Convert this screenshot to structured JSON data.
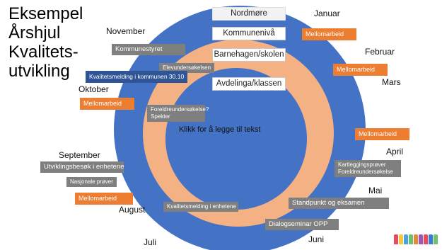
{
  "title": {
    "line1": "Eksempel",
    "line2": "Årshjul",
    "line3": "Kvalitets-",
    "line4": "utvikling"
  },
  "months": {
    "jan": "Januar",
    "feb": "Februar",
    "mar": "Mars",
    "apr": "April",
    "mai": "Mai",
    "jun": "Juni",
    "jul": "Juli",
    "aug": "August",
    "sep": "September",
    "okt": "Oktober",
    "nov": "November"
  },
  "levels": {
    "nordmore": "Nordmøre",
    "kommune": "Kommunenivå",
    "barnehage": "Barnehagen/skolen",
    "avdeling": "Avdelinga/klassen"
  },
  "center_placeholder": "Klikk for å legge til tekst",
  "events": {
    "kommunestyret": "Kommunestyret",
    "elevundersokelsen": "Elevundersøkelsen",
    "kvalitetsmelding_kommunen": "Kvalitetsmelding i kommunen 30.10",
    "foreldre_line1": "Foreldreundersøkelse?",
    "foreldre_line2": "Spekter",
    "utviklingsbesok": "Utviklingsbesøk i enhetene",
    "nasjonale_prover": "Nasjonale prøver",
    "kvalitetsmelding_enhetene": "Kvalitetsmelding i enhetene",
    "kartlegging_line1": "Kartleggingsprøver",
    "kartlegging_line2": "Foreldreundersøkelse",
    "standpunkt": "Standpunkt og eksamen",
    "dialogseminar": "Dialogseminar OPP",
    "mellomarbeid": "Mellomarbeid"
  },
  "colors": {
    "outer_ring": "#4472c4",
    "middle_ring": "#f4b183",
    "inner_disc": "#2f5597",
    "orange": "#ed7d31",
    "grey": "#7f7f7f",
    "blue_label": "#2f5597"
  }
}
